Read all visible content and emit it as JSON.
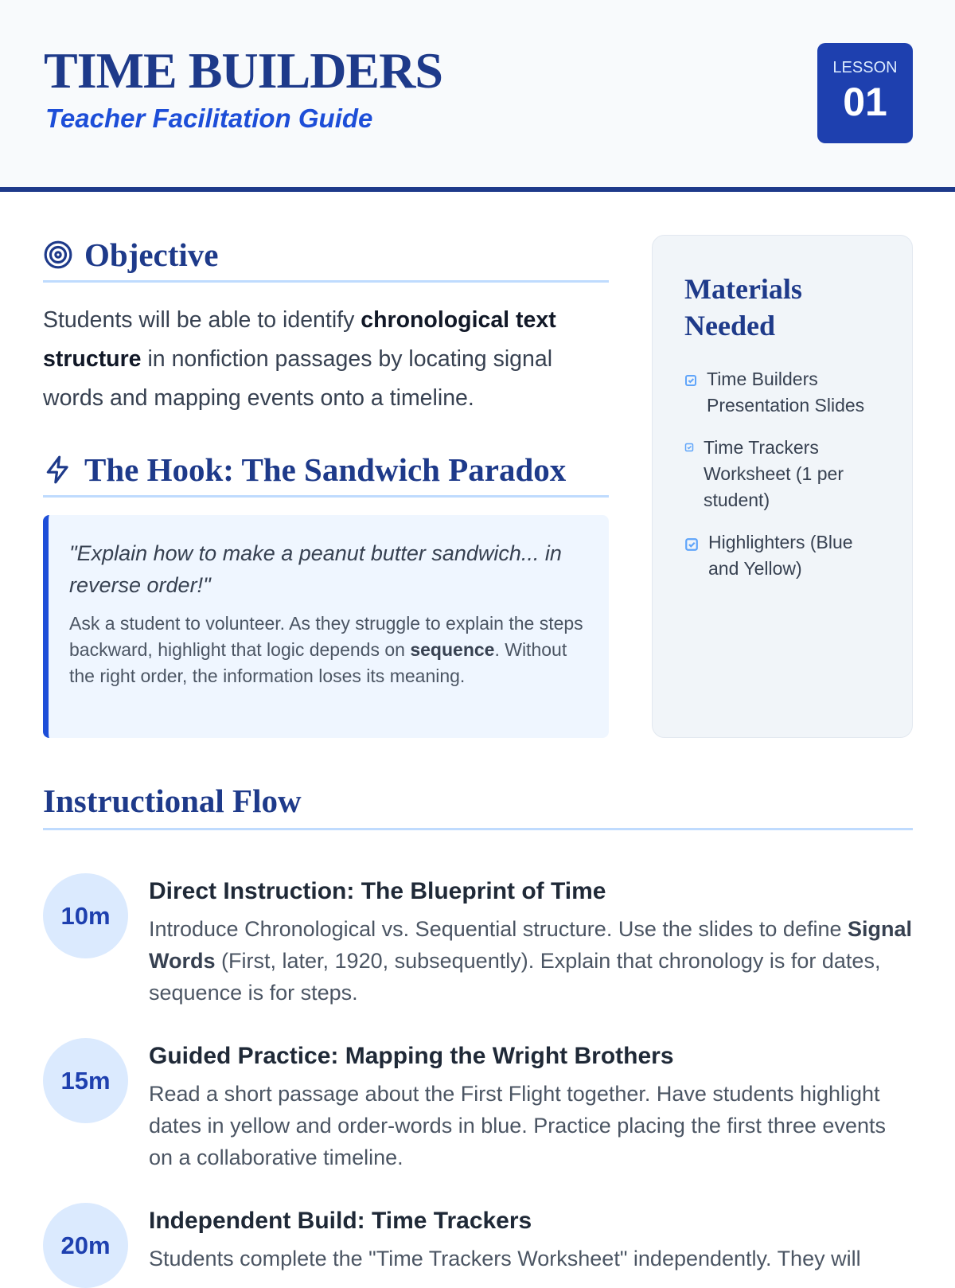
{
  "header": {
    "title": "TIME BUILDERS",
    "subtitle": "Teacher Facilitation Guide",
    "lesson_label": "LESSON",
    "lesson_number": "01"
  },
  "objective": {
    "heading": "Objective",
    "icon": "target-icon",
    "text_1": "Students will be able to identify ",
    "bold_1": "chronological text structure",
    "text_2": " in nonfiction passages by locating signal words and mapping events onto a timeline."
  },
  "hook": {
    "heading": "The Hook: The Sandwich Paradox",
    "icon": "lightning-icon",
    "quote": "\"Explain how to make a peanut butter sandwich... in reverse order!\"",
    "desc_1": "Ask a student to volunteer. As they struggle to explain the steps backward, highlight that logic depends on ",
    "desc_bold": "sequence",
    "desc_2": ". Without the right order, the information loses its meaning."
  },
  "materials": {
    "heading": "Materials Needed",
    "items": [
      "Time Builders Presentation Slides",
      "Time Trackers Worksheet (1 per student)",
      "Highlighters (Blue and Yellow)"
    ]
  },
  "flow": {
    "heading": "Instructional Flow",
    "steps": [
      {
        "time": "10m",
        "title": "Direct Instruction: The Blueprint of Time",
        "text_1": "Introduce Chronological vs. Sequential structure. Use the slides to define ",
        "bold": "Signal Words",
        "text_2": " (First, later, 1920, subsequently). Explain that chronology is for dates, sequence is for steps."
      },
      {
        "time": "15m",
        "title": "Guided Practice: Mapping the Wright Brothers",
        "text_1": "Read a short passage about the First Flight together. Have students highlight dates in yellow and order-words in blue. Practice placing the first three events on a collaborative timeline.",
        "bold": "",
        "text_2": ""
      },
      {
        "time": "20m",
        "title": "Independent Build: Time Trackers",
        "text_1": "Students complete the \"Time Trackers Worksheet\" independently. They will",
        "bold": "",
        "text_2": ""
      }
    ]
  },
  "colors": {
    "primary": "#1e3a8a",
    "accent": "#1d4ed8",
    "light": "#dbeafe"
  }
}
